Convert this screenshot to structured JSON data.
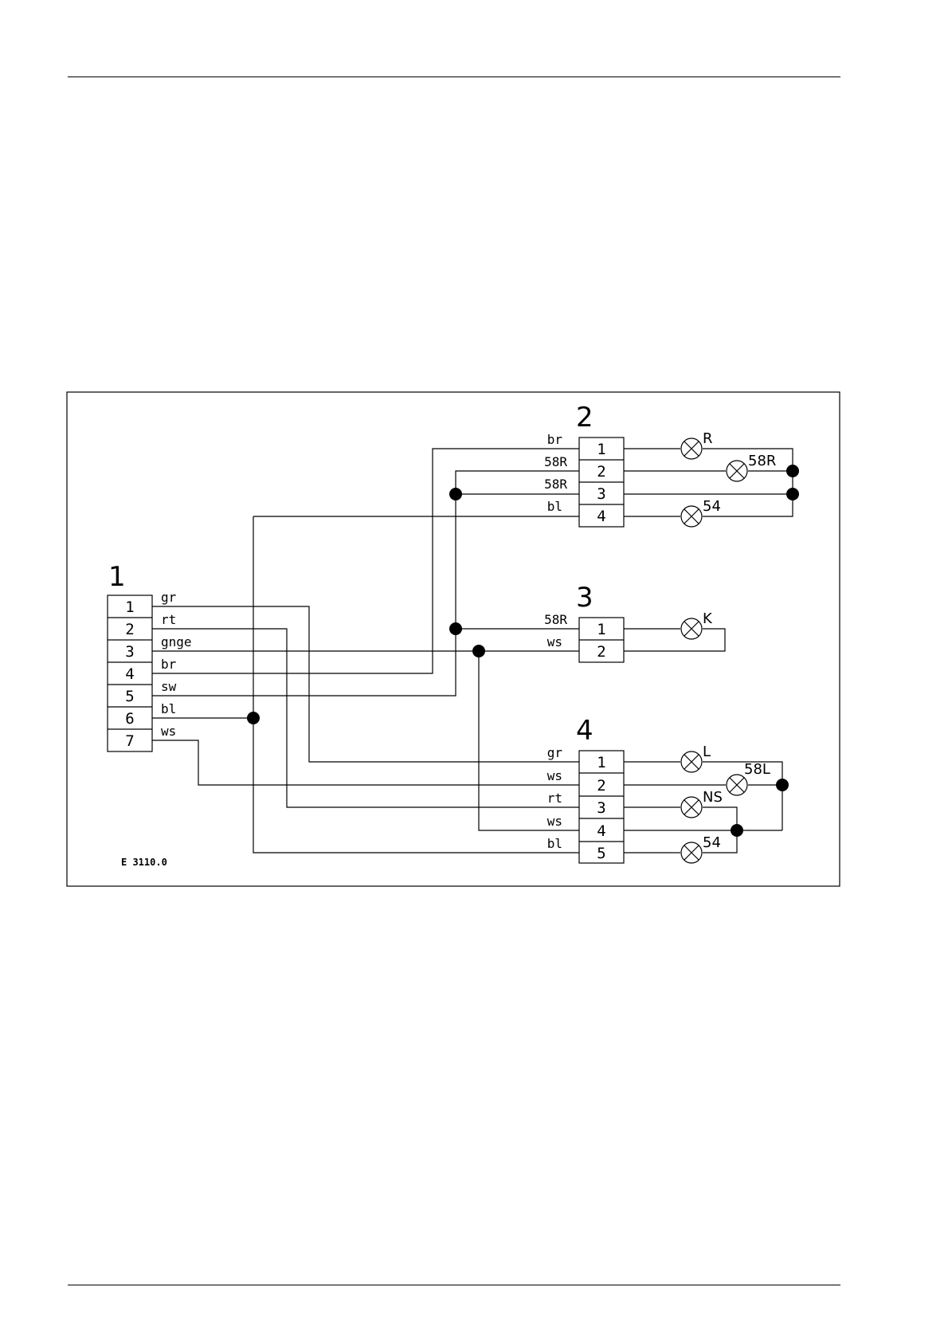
{
  "diagram": {
    "drawing_id": "E 3110.0",
    "connectors": [
      {
        "title": "1",
        "pins": [
          {
            "num": "1",
            "wire": "gr"
          },
          {
            "num": "2",
            "wire": "rt"
          },
          {
            "num": "3",
            "wire": "gnge"
          },
          {
            "num": "4",
            "wire": "br"
          },
          {
            "num": "5",
            "wire": "sw"
          },
          {
            "num": "6",
            "wire": "bl"
          },
          {
            "num": "7",
            "wire": "ws"
          }
        ]
      },
      {
        "title": "2",
        "pins": [
          {
            "num": "1",
            "wire": "br"
          },
          {
            "num": "2",
            "wire": "58R"
          },
          {
            "num": "3",
            "wire": "58R"
          },
          {
            "num": "4",
            "wire": "bl"
          }
        ],
        "lamps": [
          "R",
          "58R",
          "54"
        ]
      },
      {
        "title": "3",
        "pins": [
          {
            "num": "1",
            "wire": "58R"
          },
          {
            "num": "2",
            "wire": "ws"
          }
        ],
        "lamps": [
          "K"
        ]
      },
      {
        "title": "4",
        "pins": [
          {
            "num": "1",
            "wire": "gr"
          },
          {
            "num": "2",
            "wire": "ws"
          },
          {
            "num": "3",
            "wire": "rt"
          },
          {
            "num": "4",
            "wire": "ws"
          },
          {
            "num": "5",
            "wire": "bl"
          }
        ],
        "lamps": [
          "L",
          "58L",
          "NS",
          "54"
        ]
      }
    ]
  }
}
